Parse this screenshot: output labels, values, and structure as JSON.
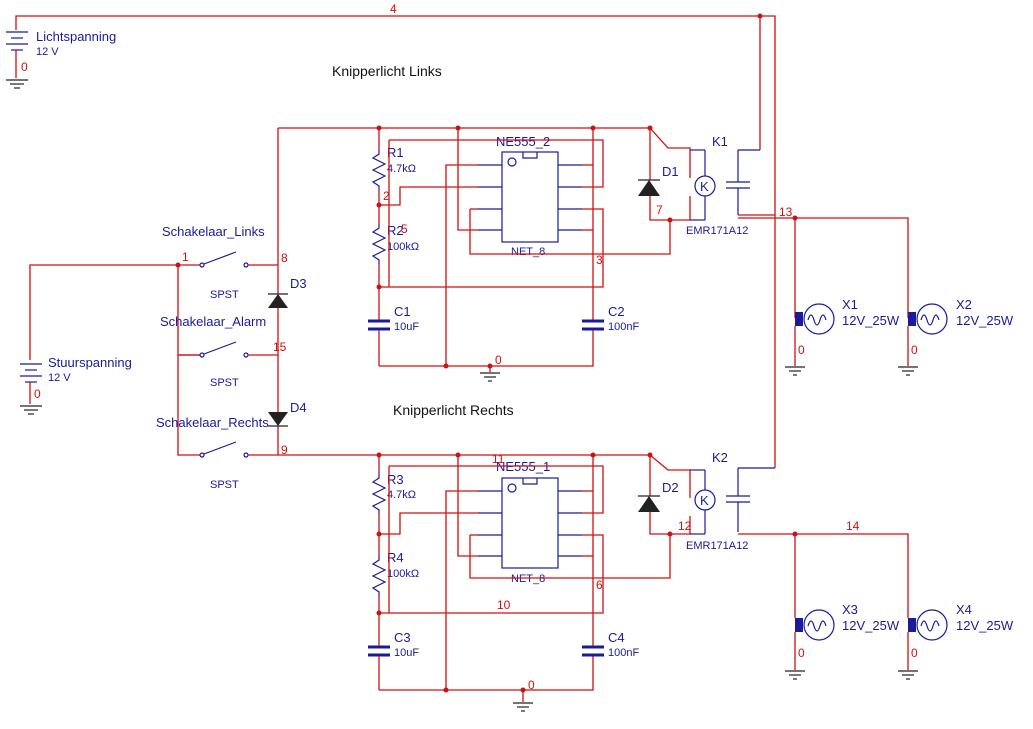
{
  "labels": {
    "title_links": "Knipperlicht Links",
    "title_rechts": "Knipperlicht Rechts",
    "lichtspanning": "Lichtspanning",
    "lichtspanning_val": "12 V",
    "stuurspanning": "Stuurspanning",
    "stuurspanning_val": "12 V",
    "sw_links": "Schakelaar_Links",
    "sw_alarm": "Schakelaar_Alarm",
    "sw_rechts": "Schakelaar_Rechts",
    "spst1": "SPST",
    "spst2": "SPST",
    "spst3": "SPST",
    "d1": "D1",
    "d2": "D2",
    "d3": "D3",
    "d4": "D4",
    "k1": "K1",
    "k2": "K2",
    "relay1_type": "EMR171A12",
    "relay2_type": "EMR171A12",
    "r1": "R1",
    "r1_val": "4.7kΩ",
    "r2": "R2",
    "r2_val": "100kΩ",
    "r3": "R3",
    "r3_val": "4.7kΩ",
    "r4": "R4",
    "r4_val": "100kΩ",
    "c1": "C1",
    "c1_val": "10uF",
    "c2": "C2",
    "c2_val": "100nF",
    "c3": "C3",
    "c3_val": "10uF",
    "c4": "C4",
    "c4_val": "100nF",
    "ic1": "NE555_2",
    "ic1_pkg": "NET_8",
    "ic2": "NE555_1",
    "ic2_pkg": "NET_8",
    "x1": "X1",
    "x1_val": "12V_25W",
    "x2": "X2",
    "x2_val": "12V_25W",
    "x3": "X3",
    "x3_val": "12V_25W",
    "x4": "X4",
    "x4_val": "12V_25W",
    "relay_k": "K",
    "relay_k2": "K"
  },
  "nets": {
    "n4": "4",
    "n0_batt1": "0",
    "n0_batt2": "0",
    "n1": "1",
    "n8": "8",
    "n15": "15",
    "n9": "9",
    "n2": "2",
    "n5": "5",
    "n3": "3",
    "n7": "7",
    "n13": "13",
    "n0_top": "0",
    "n0_x1": "0",
    "n0_x2": "0",
    "n11": "11",
    "n12": "12",
    "n14": "14",
    "n10": "10",
    "n6": "6",
    "n0_bot": "0",
    "n0_x3": "0",
    "n0_x4": "0"
  }
}
